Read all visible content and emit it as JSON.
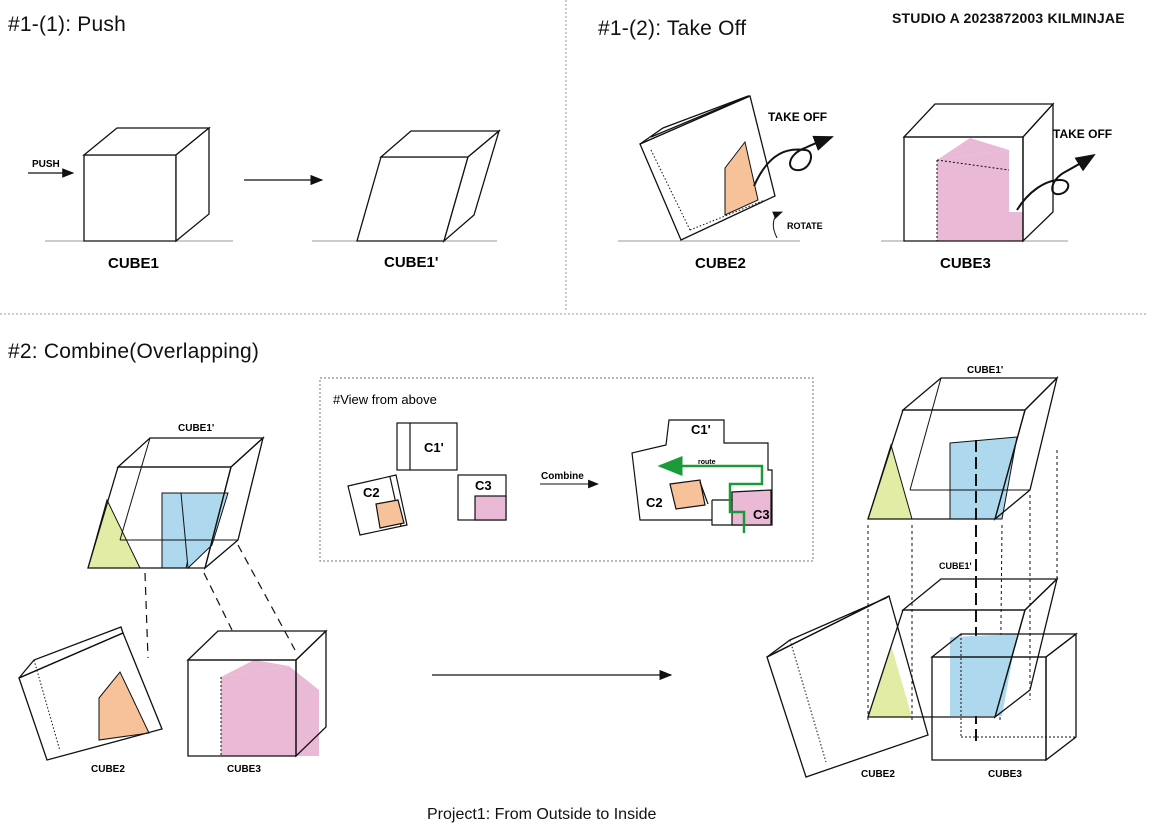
{
  "header": {
    "credit": "STUDIO A 2023872003 KILMINJAE"
  },
  "sections": {
    "push_title": "#1-(1): Push",
    "takeoff_title": "#1-(2): Take Off",
    "combine_title": "#2: Combine(Overlapping)"
  },
  "labels": {
    "push": "PUSH",
    "cube1": "CUBE1",
    "cube1_prime": "CUBE1'",
    "cube2": "CUBE2",
    "cube3": "CUBE3",
    "take_off": "TAKE OFF",
    "rotate": "ROTATE",
    "view_from_above": "#View from above",
    "c1": "C1'",
    "c2": "C2",
    "c3": "C3",
    "combine": "Combine",
    "route": "route"
  },
  "footer": {
    "caption": "Project1: From Outside to Inside"
  },
  "colors": {
    "orange": "#f7c29a",
    "pink": "#eab9d6",
    "blue": "#aed8ee",
    "yellow": "#e3eca5",
    "route_green": "#1b9a3a",
    "line": "#111111",
    "divider": "#9a9a9a"
  }
}
